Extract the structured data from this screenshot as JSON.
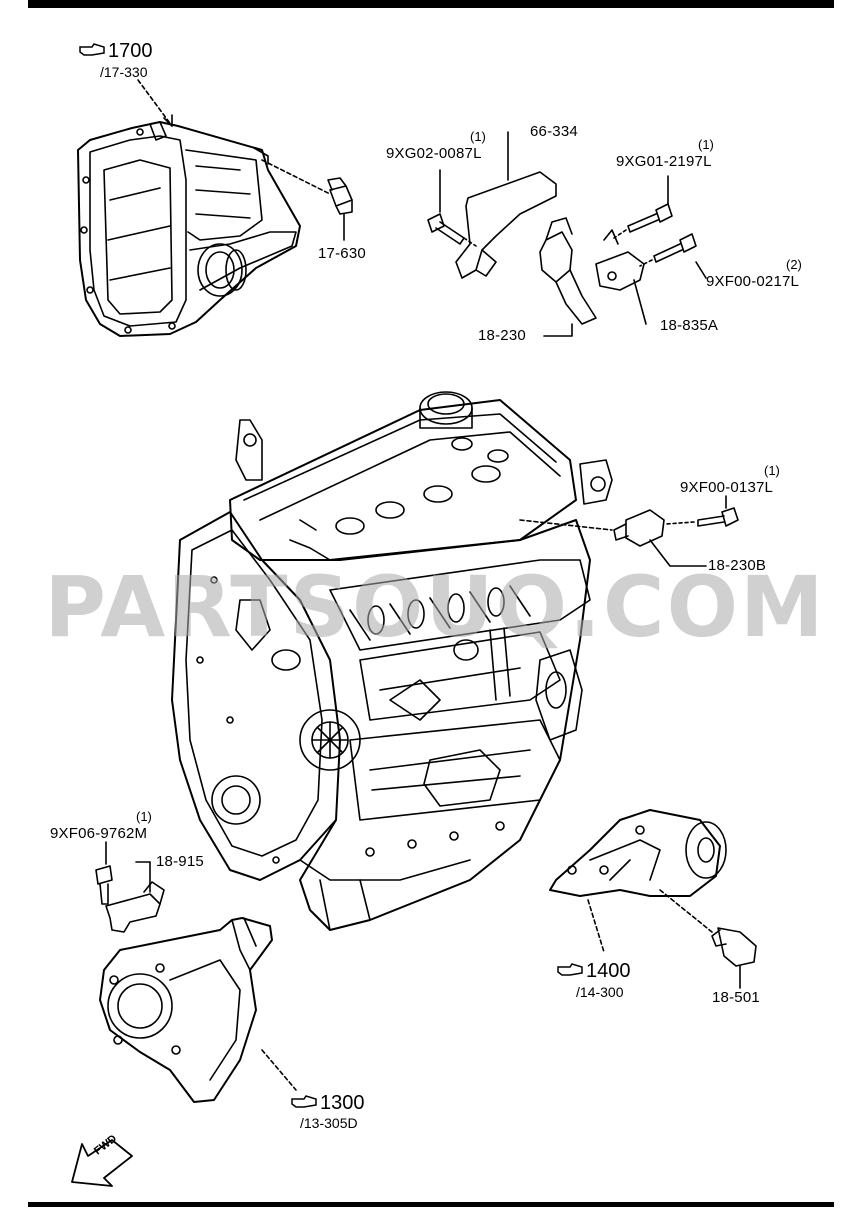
{
  "watermark": "PARTSOUQ.COM",
  "references": [
    {
      "id": "ref-1700",
      "number": "1700",
      "page": "/17-330"
    },
    {
      "id": "ref-1400",
      "number": "1400",
      "page": "/14-300"
    },
    {
      "id": "ref-1300",
      "number": "1300",
      "page": "/13-305D"
    }
  ],
  "parts": {
    "p_17630": "17-630",
    "p_66334": "66-334",
    "p_9xg02": "9XG02-0087L",
    "p_9xg02_qty": "(1)",
    "p_9xg01": "9XG01-2197L",
    "p_9xg01_qty": "(1)",
    "p_9xf00_0217": "9XF00-0217L",
    "p_9xf00_0217_qty": "(2)",
    "p_18230": "18-230",
    "p_18835a": "18-835A",
    "p_9xf00_0137": "9XF00-0137L",
    "p_9xf00_0137_qty": "(1)",
    "p_18230b": "18-230B",
    "p_9xf06": "9XF06-9762M",
    "p_9xf06_qty": "(1)",
    "p_18915": "18-915",
    "p_18501": "18-501"
  },
  "fwd_label": "FWD",
  "icons": {
    "reference": "pointing-hand-icon",
    "direction": "forward-arrow-icon"
  },
  "colors": {
    "line": "#000000",
    "watermark": "#aaaaaa",
    "background": "#ffffff"
  }
}
